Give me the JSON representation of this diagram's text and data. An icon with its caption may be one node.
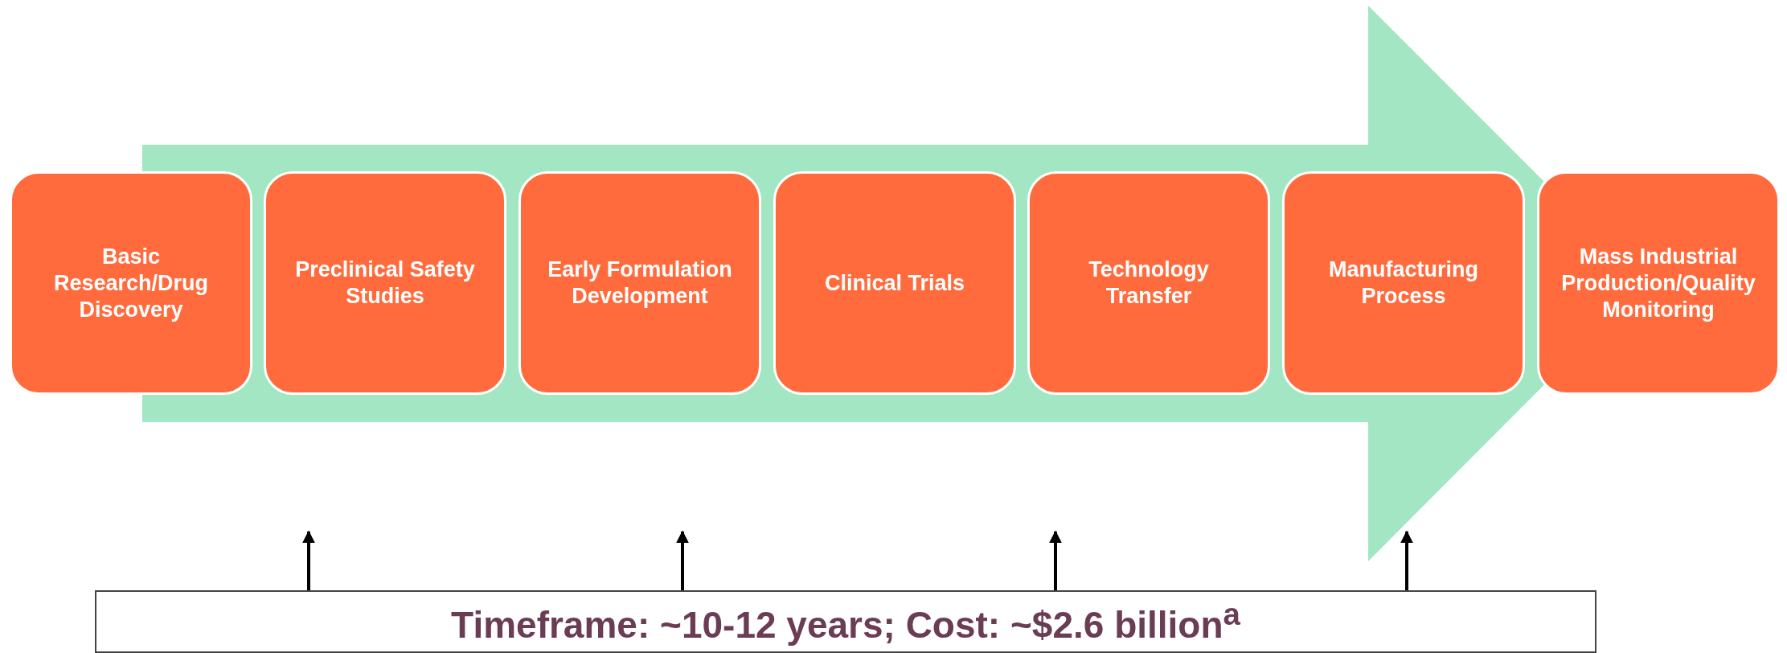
{
  "diagram": {
    "nodes": [
      {
        "text": [
          "Basic Research/Drug Discovery"
        ]
      },
      {
        "text": [
          "Preclinical Safety Studies"
        ]
      },
      {
        "text": [
          "Early Formulation Development"
        ]
      },
      {
        "text": [
          "Clinical Trials"
        ]
      },
      {
        "text": [
          "Technology Transfer"
        ]
      },
      {
        "text": [
          "Manufacturing Process"
        ]
      },
      {
        "text": [
          "Mass Industrial Production/Quality Monitoring"
        ]
      },
      {
        "text": [
          "Timeframe: ~10-12 years; Cost: ~$2.6 billion$^{a}$"
        ]
      }
    ],
    "edges": [
      {
        "from": 7,
        "to": null,
        "arrow": "to"
      },
      {
        "from": 7,
        "to": null,
        "arrow": "to"
      },
      {
        "from": 7,
        "to": null,
        "arrow": "to"
      },
      {
        "from": 7,
        "to": null,
        "arrow": "to"
      },
      {
        "from": 0,
        "to": 6,
        "arrow": "to",
        "style": "thick",
        "color": "#a3e6c4"
      }
    ]
  }
}
